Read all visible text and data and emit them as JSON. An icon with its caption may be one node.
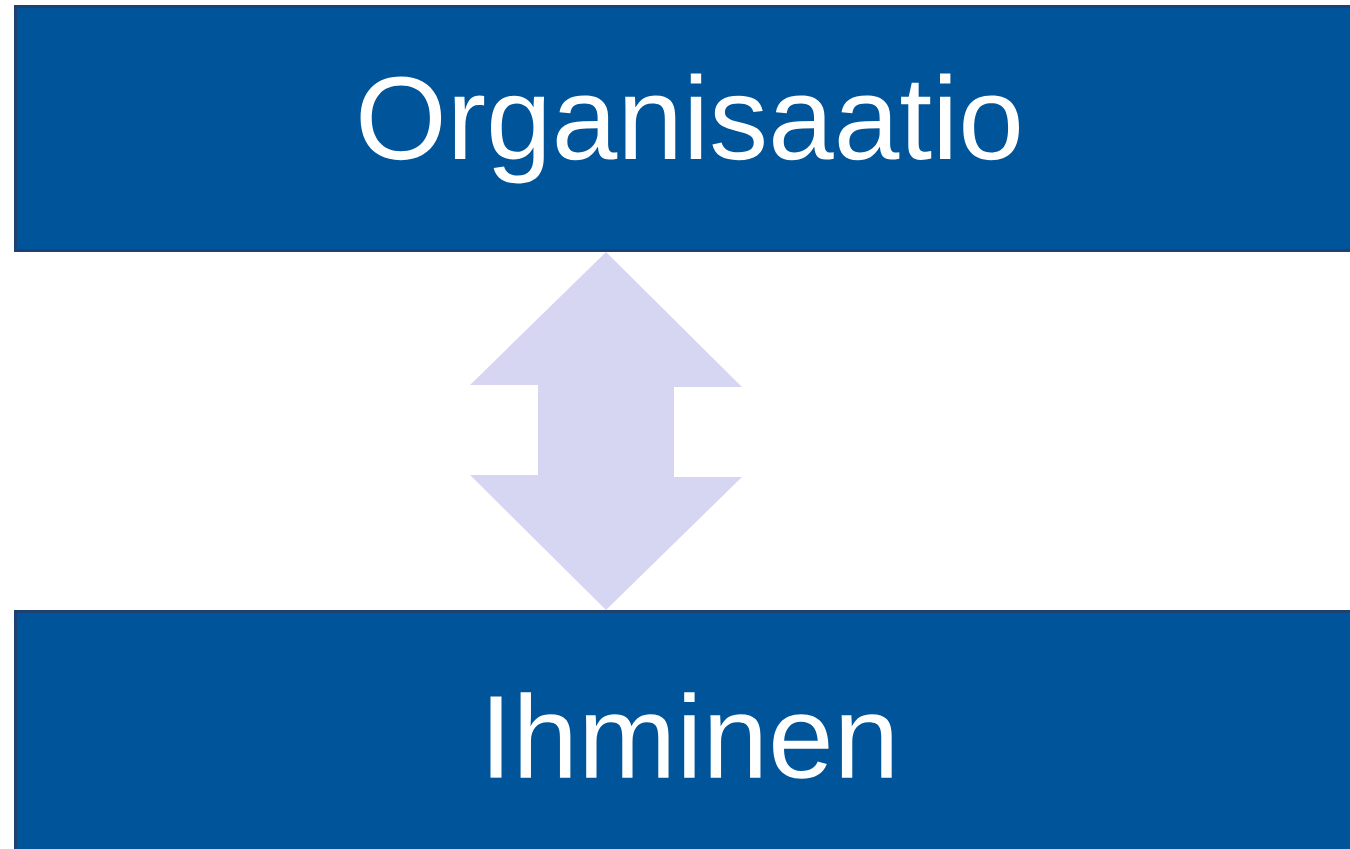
{
  "diagram": {
    "nodes": [
      {
        "text": [
          "Organisaatio"
        ]
      },
      {
        "text": [
          "Ihminen"
        ]
      }
    ],
    "edges": [
      {
        "from": 0,
        "to": 1,
        "arrow": "both"
      }
    ]
  }
}
